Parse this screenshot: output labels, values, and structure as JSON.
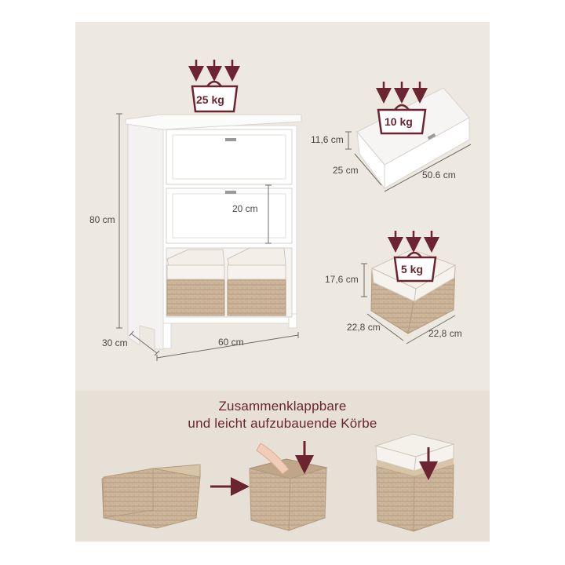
{
  "weights": {
    "cabinet": "25 kg",
    "drawer": "10 kg",
    "basket": "5 kg"
  },
  "dimensions": {
    "cabinet_height": "80 cm",
    "cabinet_depth": "30 cm",
    "cabinet_width": "60 cm",
    "drawer_front": "20 cm",
    "drawer_height": "11,6 cm",
    "drawer_depth": "25 cm",
    "drawer_width": "50.6 cm",
    "basket_height": "17,6 cm",
    "basket_depth": "22,8 cm",
    "basket_width": "22,8 cm"
  },
  "caption": {
    "line1": "Zusammenklappbare",
    "line2": "und leicht aufzubauende Körbe"
  },
  "colors": {
    "accent": "#6b2430",
    "background": "#ede8e0",
    "wicker": "#c9b196",
    "cabinet": "#ffffff"
  }
}
